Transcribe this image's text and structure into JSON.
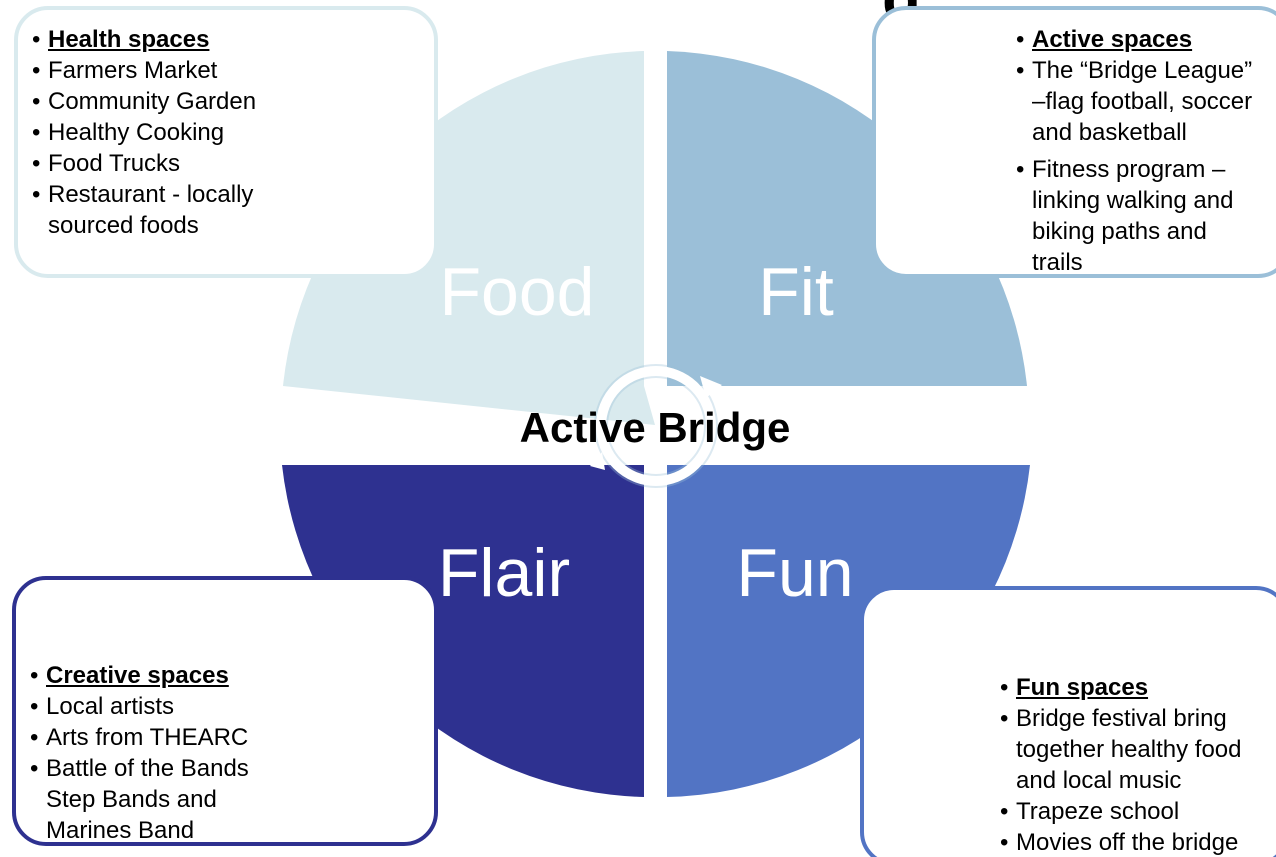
{
  "center_title": "Active Bridge",
  "quadrants": [
    {
      "id": "food",
      "label": "Food",
      "color": "#d9eaee"
    },
    {
      "id": "fit",
      "label": "Fit",
      "color": "#9bbfd8"
    },
    {
      "id": "flair",
      "label": "Flair",
      "color": "#2e3190"
    },
    {
      "id": "fun",
      "label": "Fun",
      "color": "#5274c4"
    }
  ],
  "panels": {
    "food": {
      "heading": "Health spaces",
      "items": [
        "Farmers Market",
        "Community Garden",
        "Healthy Cooking",
        "Food Trucks",
        "Restaurant - locally sourced foods"
      ]
    },
    "fit": {
      "heading": "Active spaces",
      "items": [
        "The “Bridge League” –flag football, soccer and basketball",
        "Fitness program – linking walking and biking paths and trails"
      ]
    },
    "flair": {
      "heading": "Creative spaces",
      "items": [
        "Local artists",
        "Arts from THEARC",
        "Battle of the Bands Step Bands and Marines Band"
      ]
    },
    "fun": {
      "heading": "Fun spaces",
      "items": [
        "Bridge festival bring together healthy food and local music",
        "Trapeze school",
        "Movies off the bridge"
      ]
    }
  },
  "colors": {
    "background": "#ffffff",
    "quadrant_label": "#ffffff",
    "center_ring": "#ffffff"
  },
  "top_title_fragment": "g"
}
